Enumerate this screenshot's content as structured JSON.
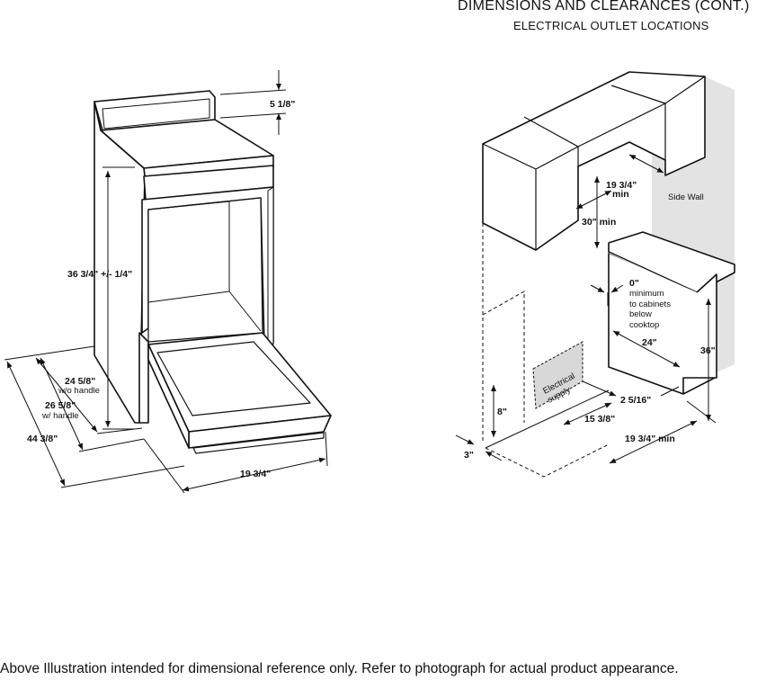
{
  "header": {
    "title": "DIMENSIONS AND CLEARANCES (CONT.)",
    "subtitle": "ELECTRICAL OUTLET LOCATIONS"
  },
  "range_diagram": {
    "dim_backguard": "5 1/8\"",
    "dim_height": "36 3/4\" +/- 1/4\"",
    "dim_depth_no_handle": "24 5/8\"",
    "dim_depth_no_handle_note": "w/o handle",
    "dim_depth_handle": "26 5/8\"",
    "dim_depth_handle_note": "w/ handle",
    "dim_depth_door_open": "44 3/8\"",
    "dim_width": "19 3/4\""
  },
  "install_diagram": {
    "dim_cabinet_width_min": "19 3/4\"",
    "dim_cabinet_width_min_note": "min",
    "dim_hood_clearance": "30\" min",
    "side_wall": "Side Wall",
    "zero_clearance": "0\"",
    "zero_clearance_note": [
      "minimum",
      "to cabinets",
      "below",
      "cooktop"
    ],
    "dim_depth": "24\"",
    "dim_height": "36\"",
    "dim_outlet_offset": "2 5/16\"",
    "dim_outlet_width": "15 3/8\"",
    "dim_opening_min": "19 3/4\" min",
    "dim_outlet_height": "8\"",
    "dim_floor_offset": "3\"",
    "electrical_supply": [
      "Electrical",
      "supply"
    ]
  },
  "footer": {
    "note": "Above Illustration intended for dimensional reference only. Refer to photograph for actual product appearance."
  }
}
